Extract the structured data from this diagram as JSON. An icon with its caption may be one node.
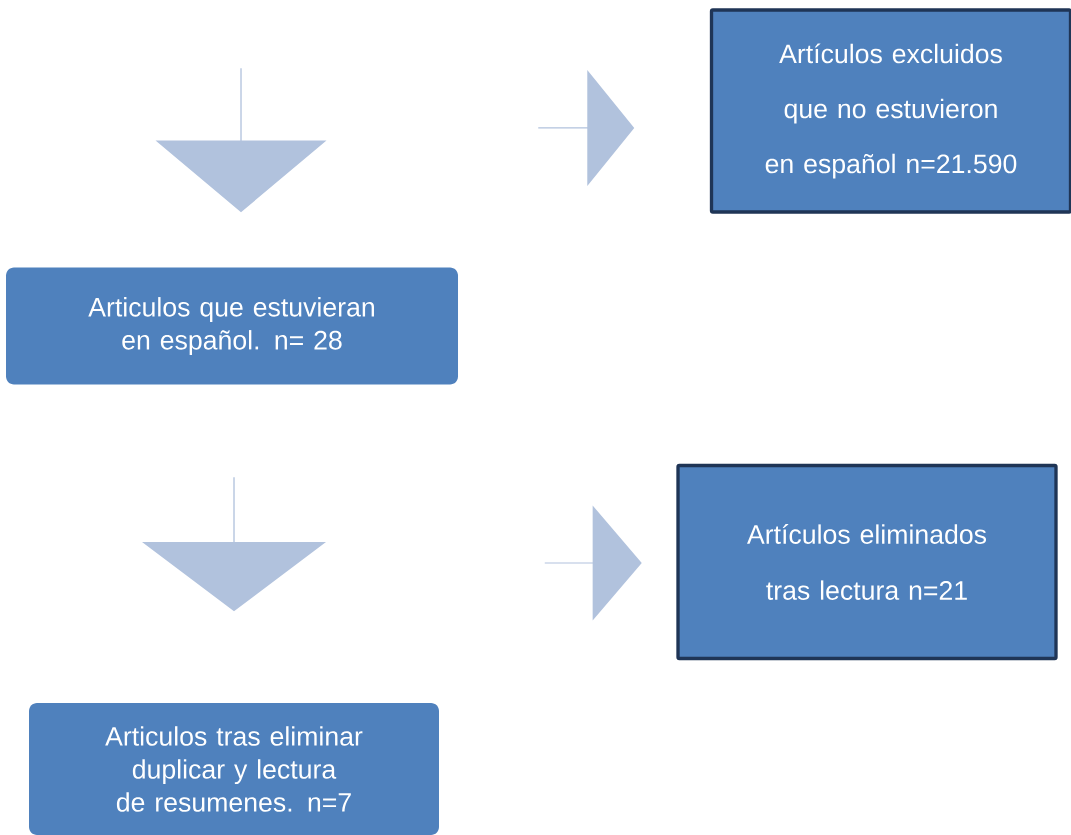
{
  "diagram": {
    "nodes": [
      {
        "text": [],
        "shape": "arrow"
      },
      {
        "text": [],
        "shape": "arrow"
      },
      {
        "text": [
          "Artículos excluidos que no estuvieron en español n=21.590"
        ]
      },
      {
        "text": [
          "Articulos que estuvieran en español. n= 28"
        ]
      },
      {
        "text": [],
        "shape": "arrow"
      },
      {
        "text": [],
        "shape": "arrow"
      },
      {
        "text": [
          "Artículos eliminados tras lectura n=21"
        ]
      },
      {
        "text": [
          "Articulos tras eliminar duplicar y lectura de resumenes. n=7"
        ]
      }
    ]
  }
}
